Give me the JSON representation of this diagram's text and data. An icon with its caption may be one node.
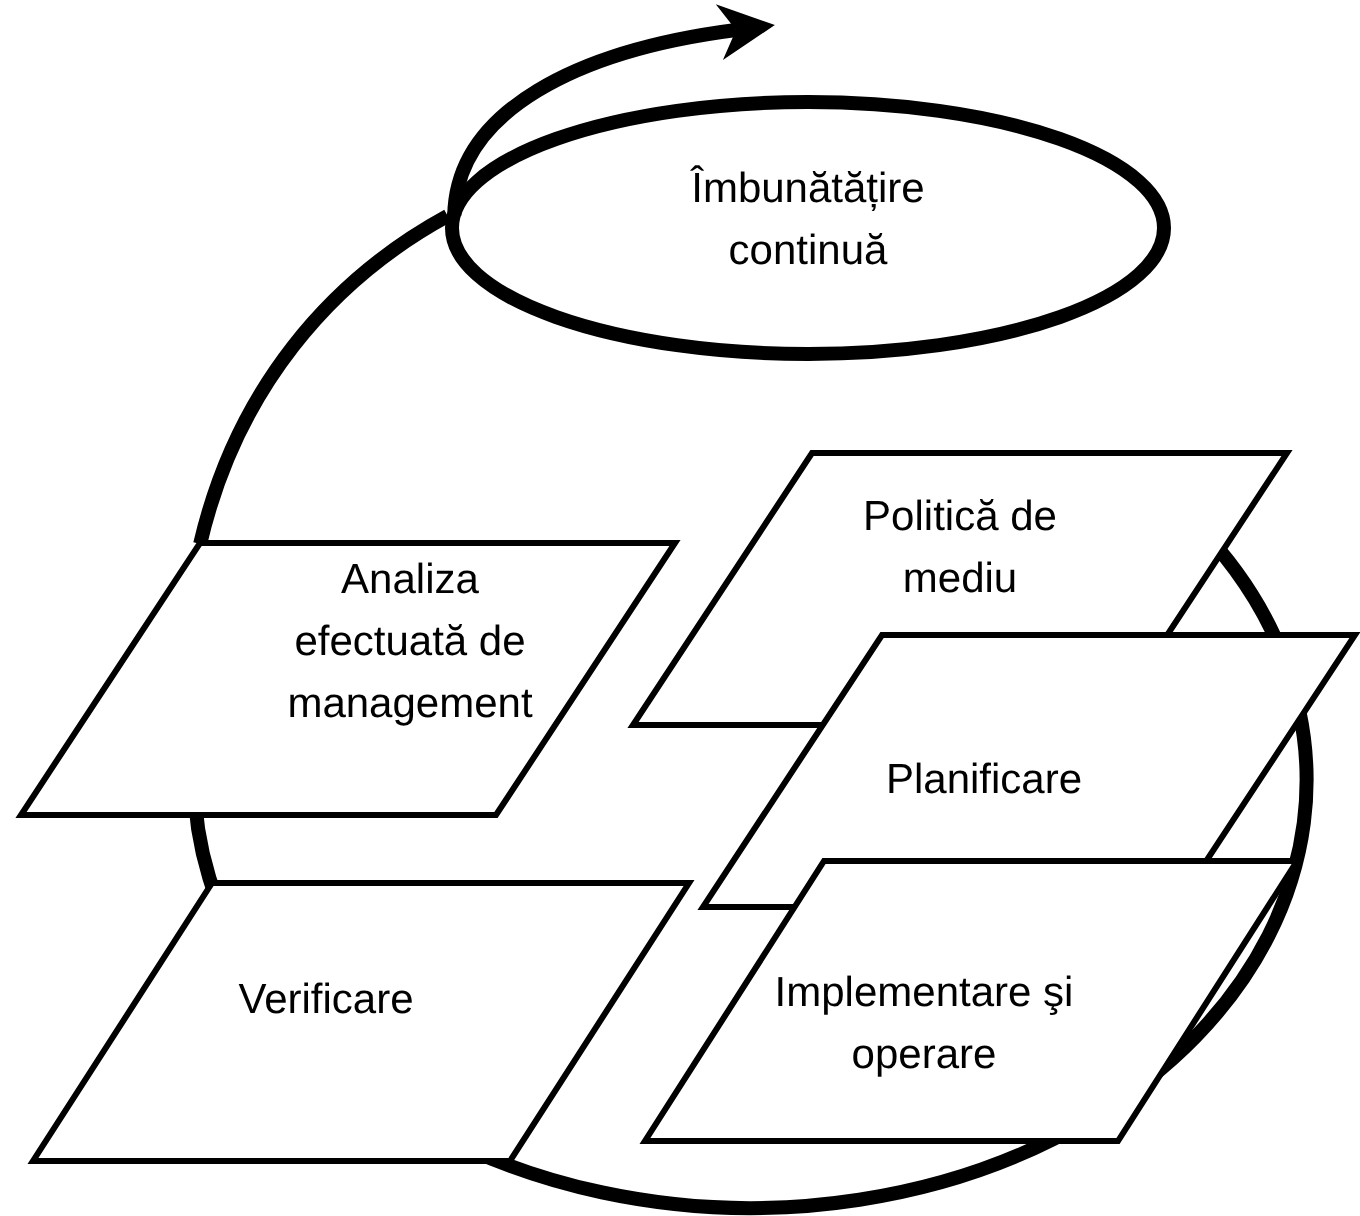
{
  "diagram": {
    "nodes": [
      {
        "text": [
          "Îmbunătățire continuă"
        ]
      },
      {
        "text": [
          "Politică de mediu"
        ]
      },
      {
        "text": [
          "Analiza efectuată de management"
        ]
      },
      {
        "text": [
          "Planificare"
        ]
      },
      {
        "text": [
          "Verificare"
        ]
      },
      {
        "text": [
          "Implementare şi operare"
        ]
      }
    ],
    "edges": [
      {
        "from": 2,
        "to": 0,
        "arrow": "none"
      },
      {
        "from": 0,
        "to": null,
        "arrow": "to"
      }
    ]
  }
}
